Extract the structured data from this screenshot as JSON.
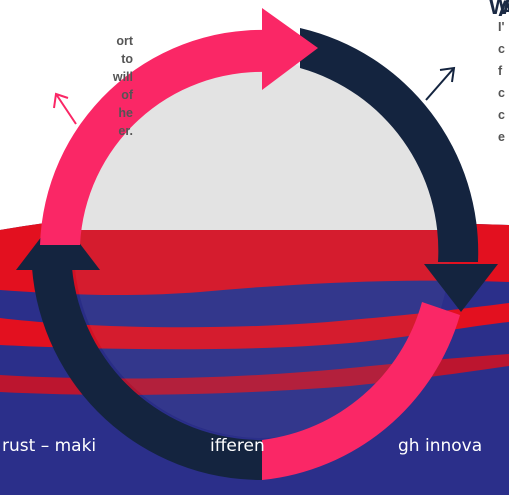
{
  "left_heading": "W",
  "right_heading": "A",
  "left_paragraph": [
    "ort",
    "to",
    "will",
    "of",
    "he",
    "er."
  ],
  "right_paragraph": [
    "I'",
    "c",
    "f",
    "c",
    "c",
    "e"
  ],
  "tagline_left": "rust – maki",
  "tagline_mid": "ifferen",
  "tagline_right": "gh innova",
  "colors": {
    "pink": "#fa2766",
    "navy": "#14243f",
    "red_band": "#e3101f",
    "blue_band": "#2b2f8a",
    "inner_circle": "#e2e2e2",
    "text_gray": "#555555"
  },
  "icons": [
    "arrow-up-left-icon",
    "arrow-up-right-icon"
  ]
}
